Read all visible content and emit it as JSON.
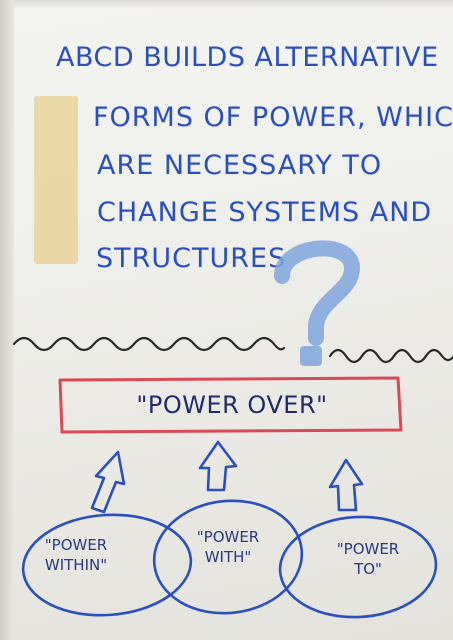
{
  "heading": {
    "lines": [
      "ABCD BUILDS ALTERNATIVE",
      "FORMS OF POWER, WHICH",
      "ARE NECESSARY TO",
      "CHANGE SYSTEMS  AND",
      "STRUCTURES"
    ]
  },
  "box": {
    "label": "\"POWER OVER\""
  },
  "circles": [
    {
      "line1": "\"POWER",
      "line2": "WITHIN\""
    },
    {
      "line1": "\"POWER",
      "line2": "WITH\""
    },
    {
      "line1": "\"POWER",
      "line2": "TO\""
    }
  ],
  "colors": {
    "marker_blue": "#2a4fbf",
    "marker_red": "#d94a55",
    "marker_black": "#2b2b2b",
    "highlighter_yellow": "#e6c26e",
    "question_mark_blue": "#7fa4dd"
  }
}
